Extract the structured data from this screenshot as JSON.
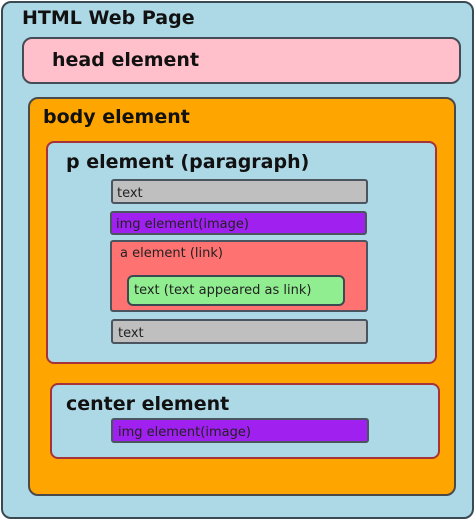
{
  "page": {
    "title": "HTML Web Page",
    "color": "#add8e6"
  },
  "head": {
    "title": "head element",
    "color": "#ffc0cb"
  },
  "body": {
    "title": "body element",
    "color": "#ffa500",
    "paragraph": {
      "title": "p element (paragraph)",
      "color": "#add8e6",
      "items": {
        "text_first": "text",
        "img": "img element(image)",
        "link": {
          "label": "a element (link)",
          "color": "#ff7272",
          "inner_text": "text (text appeared as link)",
          "inner_color": "#90ee90"
        },
        "text_last": "text"
      }
    },
    "center": {
      "title": "center element",
      "color": "#add8e6",
      "img": "img element(image)"
    }
  },
  "colors": {
    "text": "#bfbfbf",
    "img": "#a020f0"
  }
}
